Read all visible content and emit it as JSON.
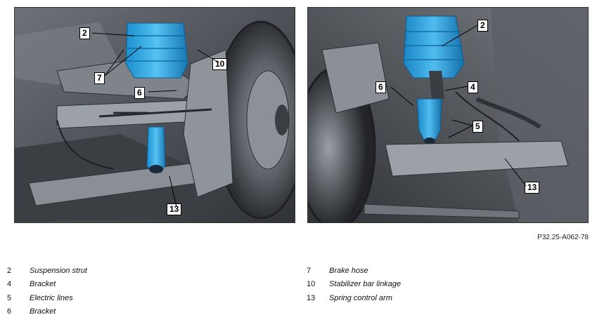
{
  "figures": {
    "left": {
      "callouts": [
        "2",
        "7",
        "6",
        "10",
        "13"
      ]
    },
    "right": {
      "callouts": [
        "2",
        "4",
        "6",
        "5",
        "13"
      ]
    },
    "reference": "P32.25-A062-78"
  },
  "legend": {
    "left": [
      {
        "num": "2",
        "text": "Suspension strut"
      },
      {
        "num": "4",
        "text": "Bracket"
      },
      {
        "num": "5",
        "text": "Electric lines"
      },
      {
        "num": "6",
        "text": "Bracket"
      }
    ],
    "right": [
      {
        "num": "7",
        "text": "Brake hose"
      },
      {
        "num": "10",
        "text": "Stabilizer bar linkage"
      },
      {
        "num": "13",
        "text": "Spring control arm"
      }
    ]
  }
}
